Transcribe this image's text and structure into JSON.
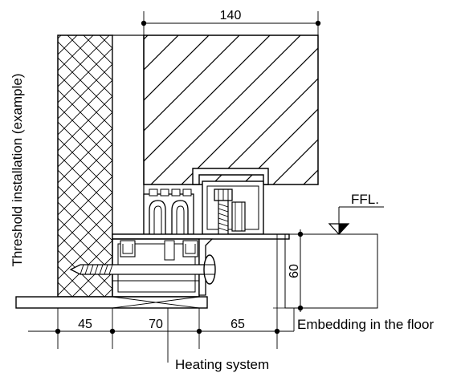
{
  "title": "Threshold installation (example)",
  "dimensions": {
    "top_width": "140",
    "bottom": [
      "45",
      "70",
      "65"
    ],
    "height": "60"
  },
  "labels": {
    "ffl": "FFL.",
    "embedding": "Embedding in the floor",
    "heating": "Heating system"
  }
}
